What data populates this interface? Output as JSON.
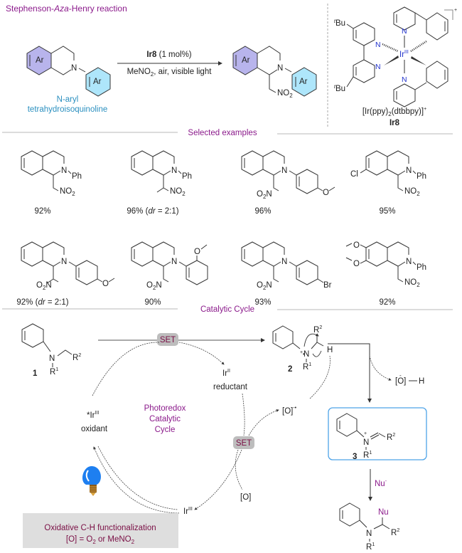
{
  "header": {
    "title_prefix": "Stephenson-",
    "title_italic": "Aza",
    "title_suffix": "-Henry reaction"
  },
  "reaction": {
    "substrate_ring_label_1": "Ar",
    "substrate_ring_label_2": "Ar",
    "substrate_n": "N",
    "substrate_caption_line1": "N-aryl",
    "substrate_caption_line2": "tetrahydroisoquinoline",
    "catalyst_bold": "Ir8",
    "catalyst_loading": " (1 mol%)",
    "conditions_pre": "MeNO",
    "conditions_sub": "2",
    "conditions_post": ", air, visible light",
    "product_ring_label_1": "Ar",
    "product_ring_label_2": "Ar",
    "product_n": "N",
    "product_nitro": "NO",
    "product_nitro_sub": "2"
  },
  "catalyst": {
    "tbu_sup": "t",
    "tbu": "Bu",
    "n_label": "N",
    "metal": "Ir",
    "metal_ox": "III",
    "charge": "+",
    "formula_pre": "[Ir(ppy)",
    "formula_sub": "2",
    "formula_post": "(dtbbpy)]",
    "formula_charge": "+",
    "name": "Ir8"
  },
  "sections": {
    "selected_examples": "Selected examples",
    "catalytic_cycle": "Catalytic Cycle"
  },
  "examples": [
    {
      "yield": "92%",
      "dr": "",
      "aryl": "Ph"
    },
    {
      "yield": "96%",
      "dr": "2:1",
      "aryl": "Ph"
    },
    {
      "yield": "96%",
      "dr": "",
      "aryl": "4-MeOC6H4"
    },
    {
      "yield": "95%",
      "dr": "",
      "aryl": "Ph",
      "substituent": "Cl"
    },
    {
      "yield": "92%",
      "dr": "2:1",
      "aryl": "4-MeOC6H4"
    },
    {
      "yield": "90%",
      "dr": "",
      "aryl": "2-MeOC6H4"
    },
    {
      "yield": "93%",
      "dr": "",
      "aryl": "4-BrC6H4"
    },
    {
      "yield": "92%",
      "dr": "",
      "aryl": "Ph",
      "substituent": "6,7-(MeO)2"
    }
  ],
  "labels": {
    "ph": "Ph",
    "n": "N",
    "no2": "NO",
    "o2n": "O",
    "o2n_n": "N",
    "two": "2",
    "o": "O",
    "cl": "Cl",
    "br": "Br",
    "dr_open": " (",
    "dr_italic": "dr",
    "dr_eq": " = ",
    "dr_close": ")"
  },
  "cycle": {
    "compound1": "1",
    "compound2": "2",
    "compound3": "3",
    "r1": "R",
    "r1_sup": "1",
    "r2": "R",
    "r2_sup": "2",
    "n": "N",
    "h": "H",
    "plus": "+",
    "dot": "•",
    "set_label": "SET",
    "ir2": "Ir",
    "ir2_sup": "II",
    "reductant": "reductant",
    "ir3_star": "*Ir",
    "ir3_sup": "III",
    "oxidant": "oxidant",
    "ir3": "Ir",
    "photoredox_1": "Photoredox",
    "photoredox_2": "Catalytic",
    "photoredox_3": "Cycle",
    "o_radical": "[O]",
    "o_radical_sup": "-•",
    "o_plain": "[O]",
    "oh_o": "[O]",
    "oh_h": "H",
    "nucleophile": "Nu",
    "nucleophile_sup": "-",
    "nu": "Nu",
    "note_line1": "Oxidative C-H functionalization",
    "note_line2_pre": "[O] = O",
    "note_line2_sub": "2",
    "note_line2_post": " or MeNO",
    "note_line2_sub2": "2"
  },
  "colors": {
    "title": "#8b1a8b",
    "ar_fused": "#b8b4ec",
    "ar_n": "#aee6fb",
    "box_border": "#4da3e8",
    "set_bg": "#bdbdbd",
    "note_bg": "#dedede",
    "bulb": "#1e7ff0"
  }
}
